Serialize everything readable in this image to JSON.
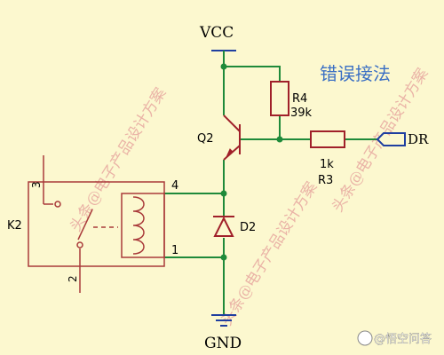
{
  "title": "错误接法",
  "labels": {
    "vcc": "VCC",
    "gnd": "GND",
    "q2": "Q2",
    "r4_name": "R4",
    "r4_value": "39k",
    "r3_value": "1k",
    "r3_name": "R3",
    "d2": "D2",
    "k2": "K2",
    "dr": "DR",
    "pin4": "4",
    "pin1": "1",
    "pin3": "3",
    "pin2": "2"
  },
  "watermarks": [
    "头条@电子产品设计方案",
    "头条@电子产品设计方案",
    "头条@电子产品设计方案"
  ],
  "footer_credit": "@悟空问答",
  "colors": {
    "background": "#fcf8cf",
    "wire": "#1f8a3a",
    "component": "#a0202a",
    "relay": "#a93a3a",
    "node": "#1f8a3a",
    "text": "#000000",
    "title_blue": "#3a6fc4",
    "watermark": "#e7a8a0",
    "dr_port": "#1f3fa0"
  }
}
